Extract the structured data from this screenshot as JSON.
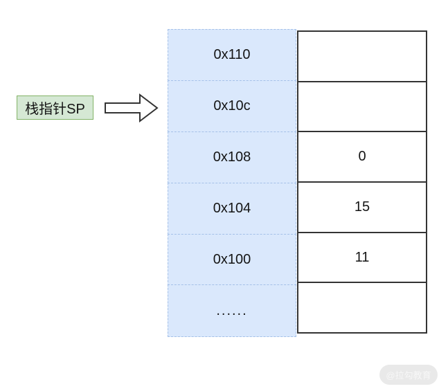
{
  "diagram": {
    "pointer_label": "栈指针SP",
    "memory": {
      "rows": [
        {
          "address": "0x110",
          "value": ""
        },
        {
          "address": "0x10c",
          "value": ""
        },
        {
          "address": "0x108",
          "value": "0"
        },
        {
          "address": "0x104",
          "value": "15"
        },
        {
          "address": "0x100",
          "value": "11"
        },
        {
          "address": "......",
          "value": ""
        }
      ]
    },
    "colors": {
      "address_cell_fill": "#dae8fc",
      "address_cell_border": "#a4c0e8",
      "value_cell_border": "#333333",
      "label_fill": "#d5e8d4",
      "label_border": "#82b366",
      "arrow_stroke": "#333333",
      "watermark_bg": "#e9e9e9",
      "watermark_text": "#f7f7f7"
    },
    "watermark": "@拉勾教育"
  }
}
